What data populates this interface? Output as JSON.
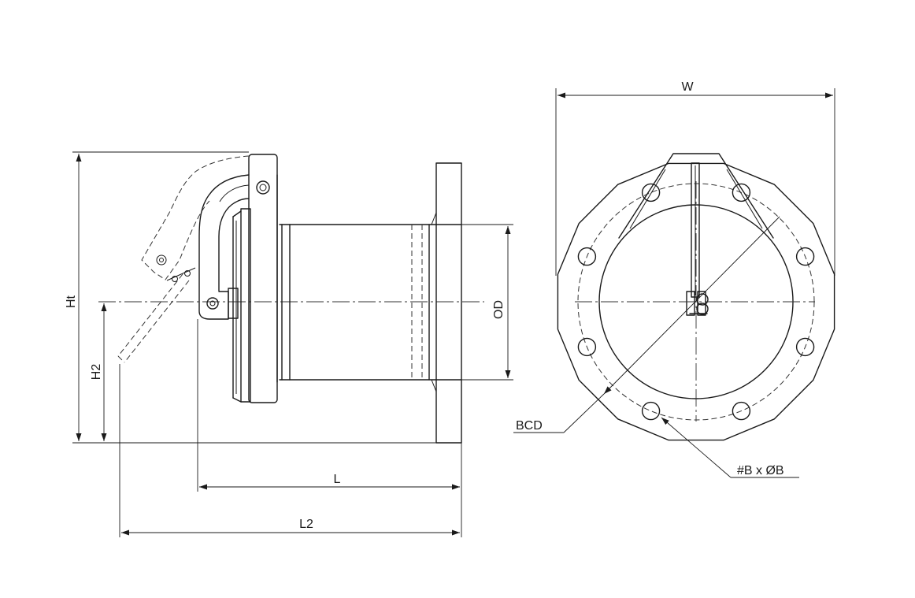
{
  "dimensions": {
    "width_label": "W",
    "overall_height_label": "Ht",
    "center_height_label": "H2",
    "outer_diameter_label": "OD",
    "length_label": "L",
    "overall_length_label": "L2",
    "bolt_circle_label": "BCD",
    "bolt_holes_label": "#B x ØB"
  },
  "views": {
    "side_view": "side-view",
    "front_view": "front-view"
  },
  "colors": {
    "line": "#1a1a1a",
    "background": "#ffffff"
  }
}
